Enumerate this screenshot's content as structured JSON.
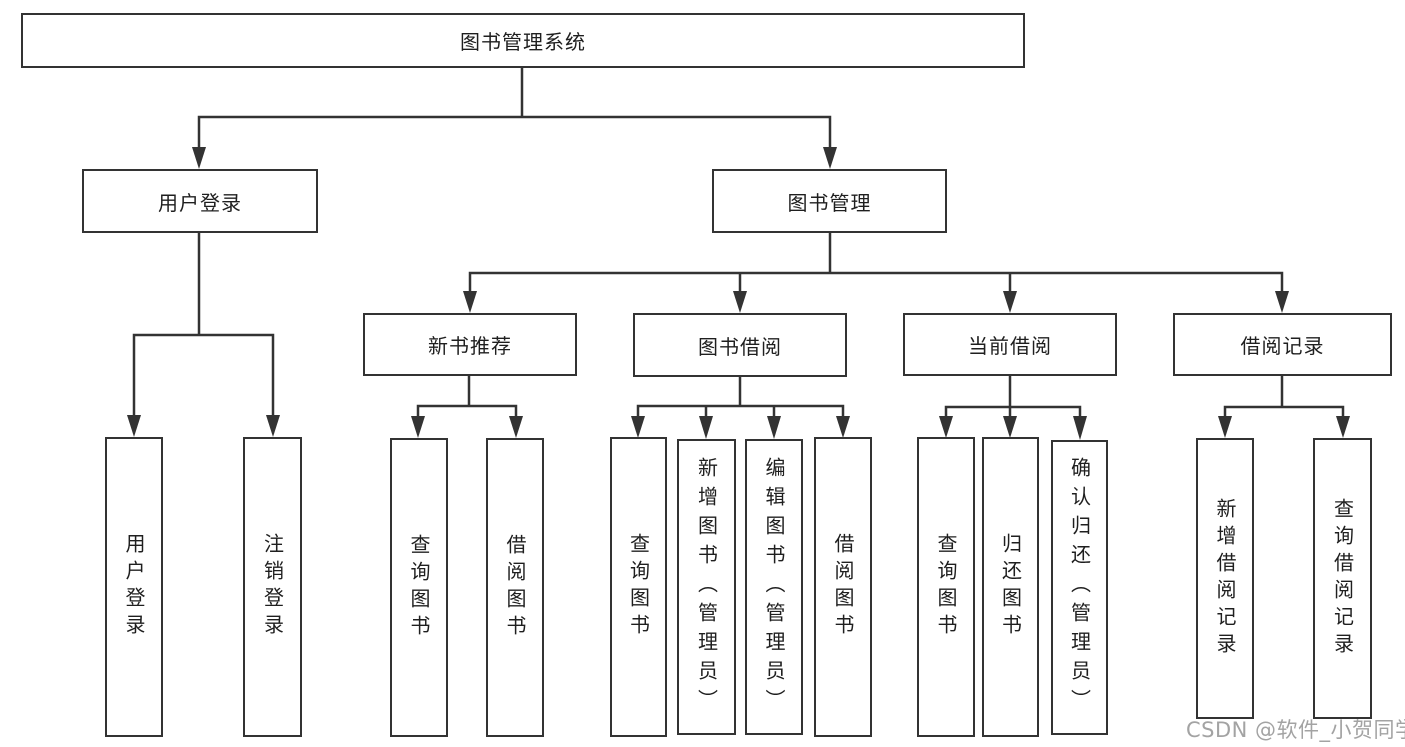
{
  "tree": {
    "root": "图书管理系统",
    "branches": [
      {
        "label": "用户登录",
        "leaves": [
          "用户登录",
          "注销登录"
        ]
      },
      {
        "label": "图书管理",
        "groups": [
          {
            "label": "新书推荐",
            "leaves": [
              "查询图书",
              "借阅图书"
            ]
          },
          {
            "label": "图书借阅",
            "leaves": [
              "查询图书",
              "新增图书（管理员）",
              "编辑图书（管理员）",
              "借阅图书"
            ]
          },
          {
            "label": "当前借阅",
            "leaves": [
              "查询图书",
              "归还图书",
              "确认归还（管理员）"
            ]
          },
          {
            "label": "借阅记录",
            "leaves": [
              "新增借阅记录",
              "查询借阅记录"
            ]
          }
        ]
      }
    ]
  },
  "watermark": "CSDN @软件_小贺同学",
  "colors": {
    "line": "#333333",
    "text": "#1f1f1f",
    "watermark": "#a3a3a3",
    "background": "#ffffff"
  }
}
